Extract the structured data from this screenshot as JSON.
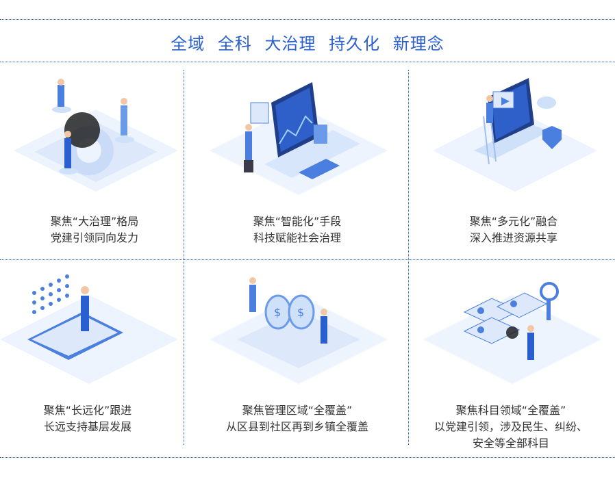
{
  "title": "全域  全科  大治理  持久化  新理念",
  "cards": [
    {
      "line1": "聚焦“大治理”格局",
      "line2": "党建引领同向发力",
      "line3": ""
    },
    {
      "line1": "聚焦“智能化”手段",
      "line2": "科技赋能社会治理",
      "line3": ""
    },
    {
      "line1": "聚焦“多元化”融合",
      "line2": "深入推进资源共享",
      "line3": ""
    },
    {
      "line1": "聚焦“长远化”跟进",
      "line2": "长远支持基层发展",
      "line3": ""
    },
    {
      "line1": "聚焦管理区域“全覆盖”",
      "line2": "从区县到社区再到乡镇全覆盖",
      "line3": ""
    },
    {
      "line1": "聚焦科目领域“全覆盖”",
      "line2": "以党建引领，涉及民生、纠纷、",
      "line3": "安全等全部科目"
    }
  ],
  "colors": {
    "accent": "#2a5fd0",
    "light_blue": "#d8e6fb",
    "mid_blue": "#4a7fe0",
    "text": "#333333"
  }
}
